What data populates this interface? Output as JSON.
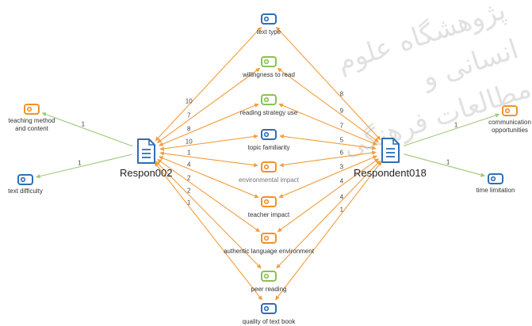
{
  "watermark_text": "پژوهشگاه علوم انسانی و مطالعات فرهنگی",
  "colors": {
    "orange": "#f0922b",
    "green": "#8cc152",
    "blue": "#2f6db5",
    "edge_orange": "#f39c3a",
    "edge_green": "#a0c878"
  },
  "documents": [
    {
      "id": "r002",
      "label": "Respon002"
    },
    {
      "id": "r018",
      "label": "Respondent018"
    }
  ],
  "codes": [
    {
      "id": "text_type",
      "label": "text type",
      "color": "blue"
    },
    {
      "id": "willingness",
      "label": "willingness to read",
      "color": "green"
    },
    {
      "id": "strategy",
      "label": "reading strategy use",
      "color": "green"
    },
    {
      "id": "topic",
      "label": "topic familiarity",
      "color": "blue"
    },
    {
      "id": "env",
      "label": "environmental impact",
      "color": "orange"
    },
    {
      "id": "teacher",
      "label": "teacher impact",
      "color": "orange"
    },
    {
      "id": "authentic",
      "label": "authentic language environment",
      "color": "orange"
    },
    {
      "id": "peer",
      "label": "peer reading",
      "color": "green"
    },
    {
      "id": "quality",
      "label": "quality of text book",
      "color": "blue"
    },
    {
      "id": "teaching",
      "label": "teaching method and content",
      "color": "orange"
    },
    {
      "id": "difficulty",
      "label": "text difficulty",
      "color": "blue"
    },
    {
      "id": "communication",
      "label": "communication opportunities",
      "color": "orange"
    },
    {
      "id": "time",
      "label": "time limitation",
      "color": "blue"
    }
  ],
  "edges": [
    {
      "from": "r002",
      "to": "text_type",
      "weight": "10"
    },
    {
      "from": "r002",
      "to": "willingness",
      "weight": "7"
    },
    {
      "from": "r002",
      "to": "strategy",
      "weight": "8"
    },
    {
      "from": "r002",
      "to": "topic",
      "weight": "10"
    },
    {
      "from": "r002",
      "to": "env",
      "weight": "1"
    },
    {
      "from": "r002",
      "to": "teacher",
      "weight": "4"
    },
    {
      "from": "r002",
      "to": "authentic",
      "weight": "2"
    },
    {
      "from": "r002",
      "to": "peer",
      "weight": "2"
    },
    {
      "from": "r002",
      "to": "quality",
      "weight": "1"
    },
    {
      "from": "r002",
      "to": "teaching",
      "weight": "1"
    },
    {
      "from": "r002",
      "to": "difficulty",
      "weight": "1"
    },
    {
      "from": "r018",
      "to": "text_type",
      "weight": "8"
    },
    {
      "from": "r018",
      "to": "willingness",
      "weight": "9"
    },
    {
      "from": "r018",
      "to": "strategy",
      "weight": "7"
    },
    {
      "from": "r018",
      "to": "topic",
      "weight": "5"
    },
    {
      "from": "r018",
      "to": "env",
      "weight": "6"
    },
    {
      "from": "r018",
      "to": "teacher",
      "weight": "3"
    },
    {
      "from": "r018",
      "to": "authentic",
      "weight": "4"
    },
    {
      "from": "r018",
      "to": "peer",
      "weight": "4"
    },
    {
      "from": "r018",
      "to": "quality",
      "weight": "1"
    },
    {
      "from": "r018",
      "to": "communication",
      "weight": "1"
    },
    {
      "from": "r018",
      "to": "time",
      "weight": "1"
    }
  ]
}
